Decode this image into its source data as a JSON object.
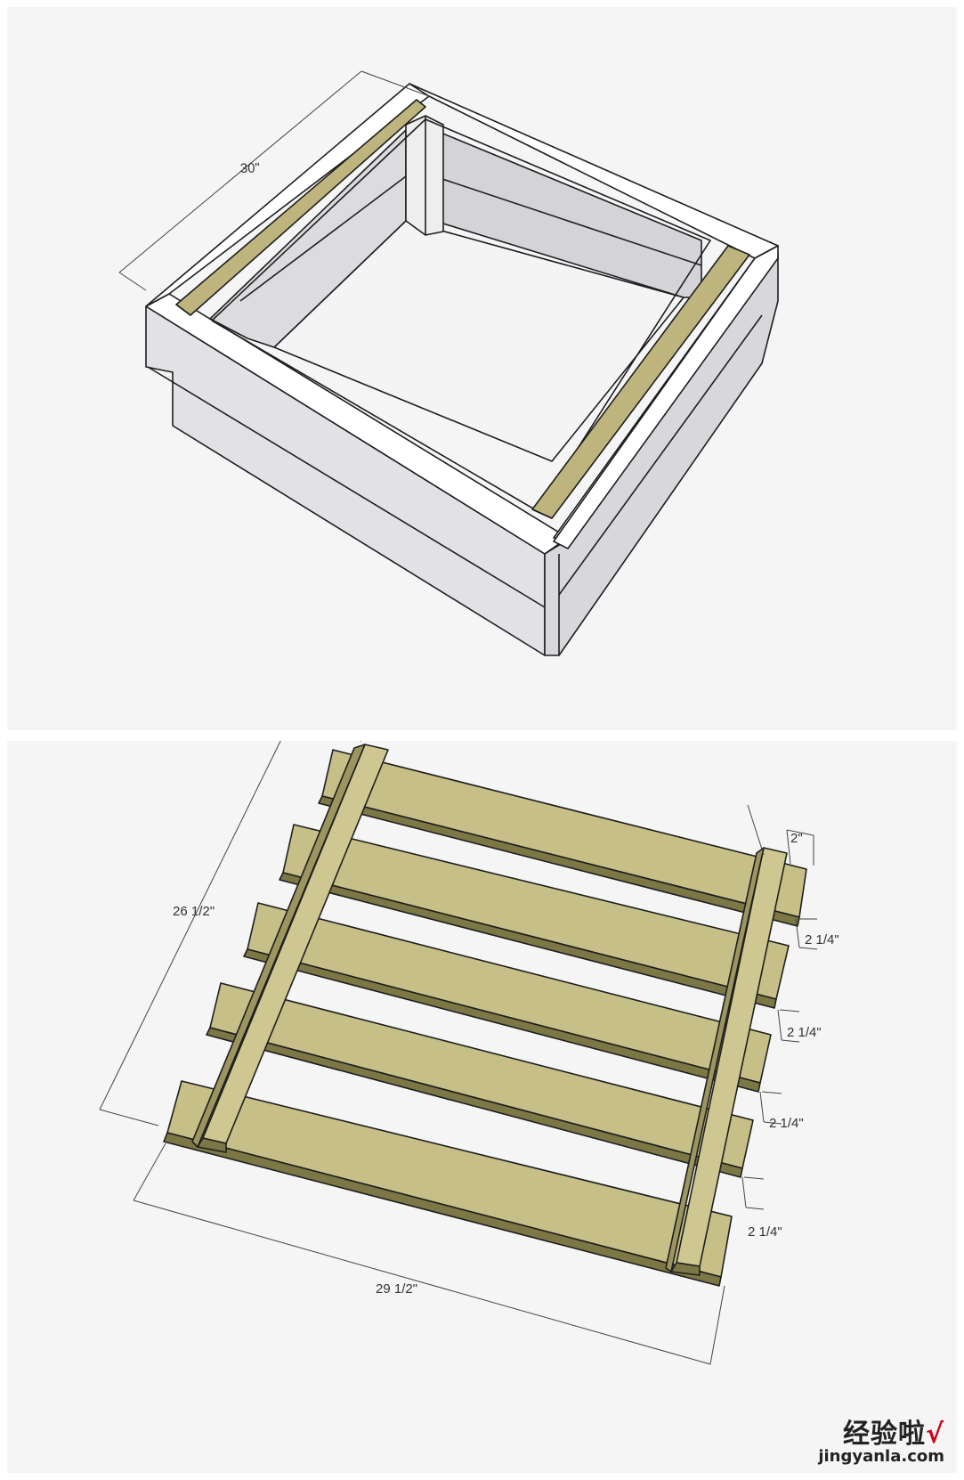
{
  "top_view": {
    "dimension_length": "30\""
  },
  "bottom_view": {
    "dimension_height": "26 1/2\"",
    "dimension_width": "29 1/2\"",
    "cleat_offset": "2\"",
    "gap_1": "2 1/4\"",
    "gap_2": "2 1/4\"",
    "gap_3": "2 1/4\"",
    "gap_4": "2 1/4\""
  },
  "watermark": {
    "brand": "经验啦",
    "check": "√",
    "url": "jingyanla.com"
  },
  "colors": {
    "panel_bg": "#f5f5f5",
    "box_face": "#e4e4e8",
    "box_top": "#ffffff",
    "box_inner": "#d9d9dd",
    "wood": "#c2ba84",
    "wood_dark": "#7d7745",
    "wood_edge": "#9d955f",
    "outline": "#1e1e1e"
  }
}
